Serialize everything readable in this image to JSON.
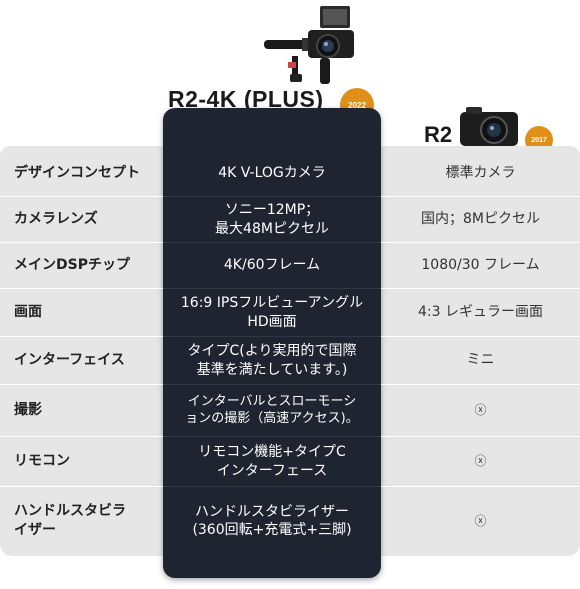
{
  "header": {
    "main_product": "R2-4K (PLUS)",
    "main_year": "2022",
    "compare_product": "R2",
    "compare_year": "2017"
  },
  "rows": [
    {
      "label": "デザインコンセプト",
      "new": "4K V-LOGカメラ",
      "old": "標準カメラ"
    },
    {
      "label": "カメラレンズ",
      "new": "ソニー12MP；\n最大48Mピクセル",
      "old": "国内；8Mピクセル"
    },
    {
      "label": "メインDSPチップ",
      "new": "4K/60フレーム",
      "old": "1080/30 フレーム"
    },
    {
      "label": "画面",
      "new": "16:9 IPSフルビューアングル\nHD画面",
      "old": "4:3 レギュラー画面"
    },
    {
      "label": "インターフェイス",
      "new": "タイプC(より実用的で国際\n基準を満たしています。)",
      "old": "ミニ"
    },
    {
      "label": "撮影",
      "new": "インターバルとスローモーシ\nョンの撮影（高速アクセス)。",
      "old": "ⓧ"
    },
    {
      "label": "リモコン",
      "new": "リモコン機能+タイプC\nインターフェース",
      "old": "ⓧ"
    },
    {
      "label": "ハンドルスタビラ\nイザー",
      "new": "ハンドルスタビライザー\n(360回転+充電式+三脚)",
      "old": "ⓧ"
    }
  ],
  "colors": {
    "center_column": "#1e2430",
    "table_background": "#e6e6e6",
    "badge": "#e09018"
  },
  "icons": [
    "vlog-camera-with-mic-icon",
    "compact-camera-icon"
  ]
}
